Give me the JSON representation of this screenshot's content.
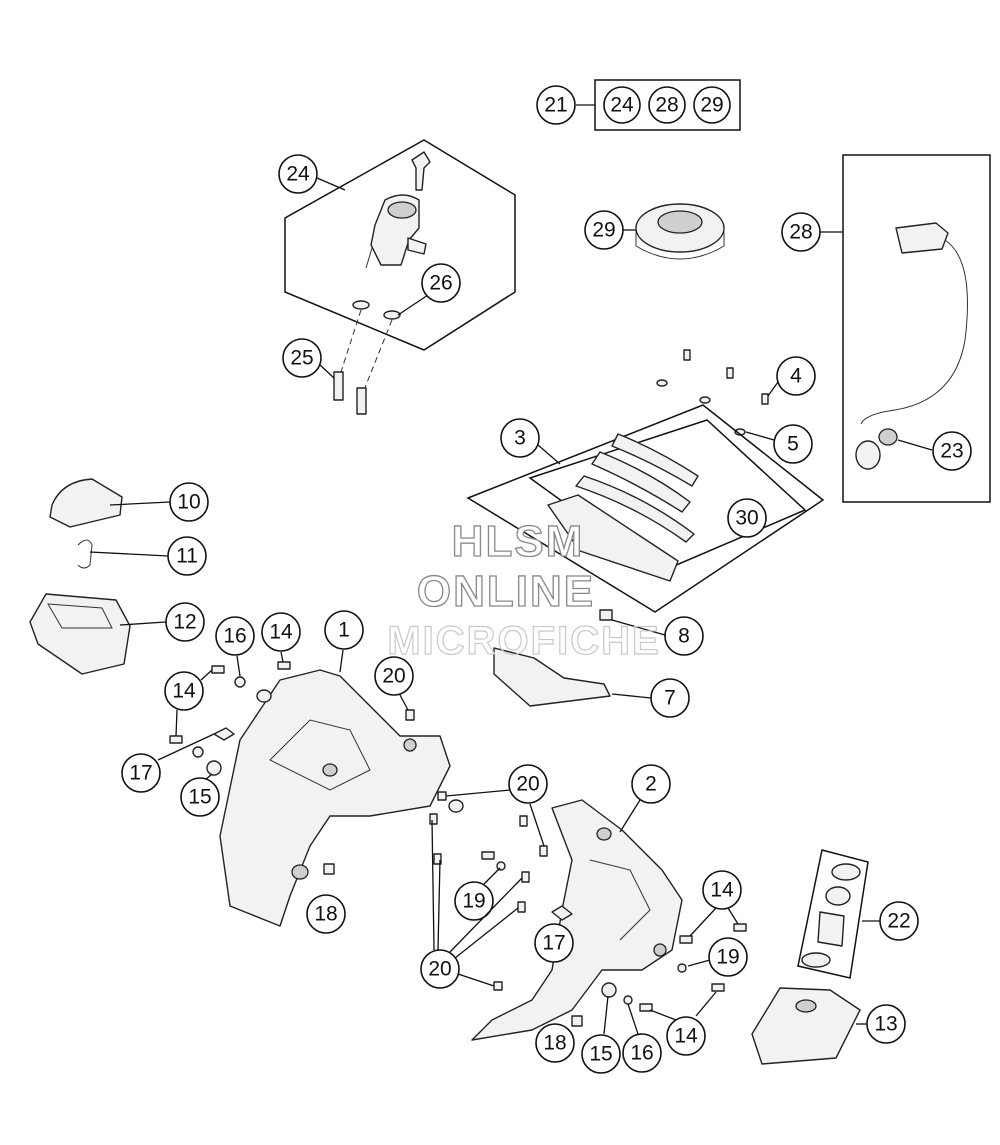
{
  "watermark": {
    "line1": "HLSM",
    "line2": "ONLINE",
    "line3": "MICROFICHE"
  },
  "kit_box": {
    "main_label": "21",
    "contents": [
      "24",
      "28",
      "29"
    ]
  },
  "callouts": {
    "c1": "1",
    "c2": "2",
    "c3": "3",
    "c4": "4",
    "c5": "5",
    "c7": "7",
    "c8": "8",
    "c10": "10",
    "c11": "11",
    "c12": "12",
    "c13": "13",
    "c14a": "14",
    "c14b": "14",
    "c14c": "14",
    "c14d": "14",
    "c15a": "15",
    "c15b": "15",
    "c16a": "16",
    "c16b": "16",
    "c17a": "17",
    "c17b": "17",
    "c18a": "18",
    "c18b": "18",
    "c19a": "19",
    "c19b": "19",
    "c20a": "20",
    "c20b": "20",
    "c20c": "20",
    "c22": "22",
    "c23": "23",
    "c24": "24",
    "c25": "25",
    "c26": "26",
    "c28": "28",
    "c29": "29",
    "c30": "30"
  }
}
